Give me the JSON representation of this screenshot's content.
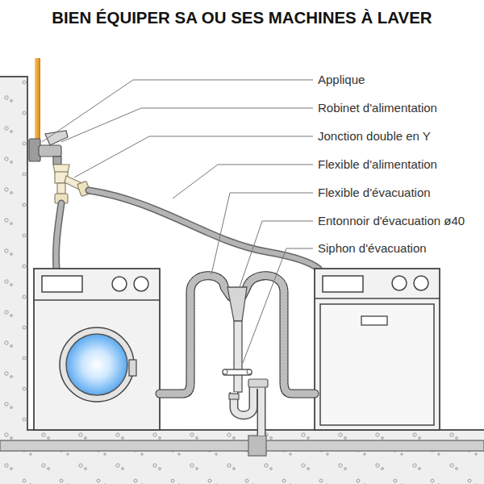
{
  "diagram": {
    "title": "BIEN ÉQUIPER SA OU SES MACHINES À LAVER",
    "labels": [
      "Applique",
      "Robinet d'alimentation",
      "Jonction double en Y",
      "Flexible d'alimentation",
      "Flexible d'évacuation",
      "Entonnoir d'évacuation ø40",
      "Siphon d'évacuation"
    ]
  }
}
